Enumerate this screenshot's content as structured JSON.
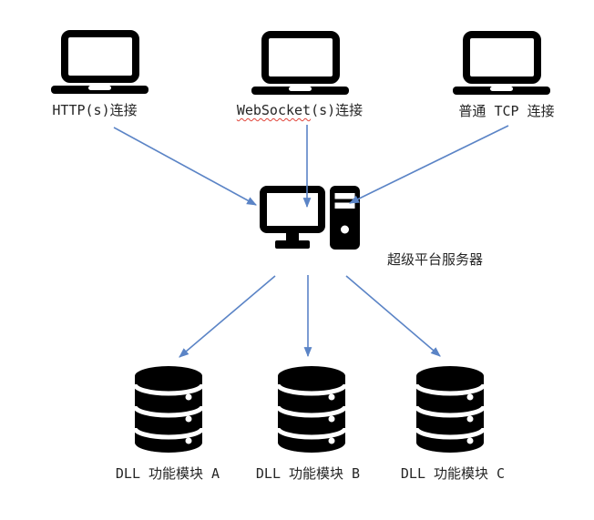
{
  "diagram": {
    "type": "architecture-flow",
    "clients": [
      {
        "id": "http-client",
        "icon": "laptop-icon",
        "label": "HTTP(s)连接"
      },
      {
        "id": "websocket-client",
        "icon": "laptop-icon",
        "label": "WebSocket(s)连接",
        "label_underlined_part": "WebSocket",
        "label_rest": "(s)连接",
        "has_spellcheck_underline": true
      },
      {
        "id": "tcp-client",
        "icon": "laptop-icon",
        "label": "普通 TCP 连接"
      }
    ],
    "server": {
      "id": "server",
      "icon": "desktop-pc-icon",
      "label": "超级平台服务器"
    },
    "modules": [
      {
        "id": "module-a",
        "icon": "database-icon",
        "label": "DLL 功能模块 A"
      },
      {
        "id": "module-b",
        "icon": "database-icon",
        "label": "DLL 功能模块 B"
      },
      {
        "id": "module-c",
        "icon": "database-icon",
        "label": "DLL 功能模块 C"
      }
    ],
    "edges": [
      {
        "from": "http-client",
        "to": "server"
      },
      {
        "from": "websocket-client",
        "to": "server"
      },
      {
        "from": "tcp-client",
        "to": "server"
      },
      {
        "from": "server",
        "to": "module-a"
      },
      {
        "from": "server",
        "to": "module-b"
      },
      {
        "from": "server",
        "to": "module-c"
      }
    ],
    "colors": {
      "background": "#ffffff",
      "icon": "#000000",
      "arrow": "#5b84c6",
      "text": "#262626",
      "spellcheck_underline": "#e0443a"
    }
  }
}
